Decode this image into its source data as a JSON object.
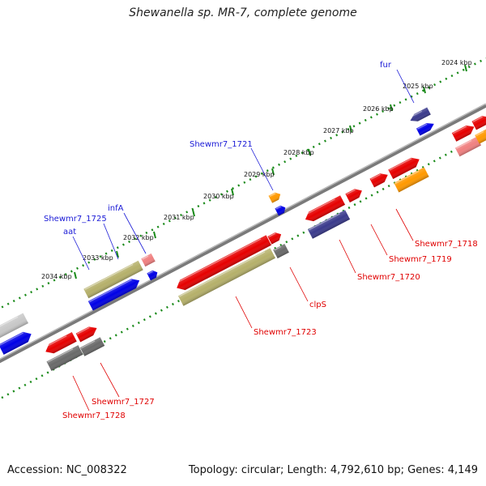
{
  "title": "Shewanella sp. MR-7, complete genome",
  "footer": {
    "accession": "Accession: NC_008322",
    "summary": "Topology: circular; Length: 4,792,610 bp; Genes: 4,149"
  },
  "colors": {
    "backbone": "#7a7a7a",
    "dotted_track": "#1a8a1a",
    "top_label": "#1a1ad6",
    "bottom_label": "#e00000",
    "red": "#e60000",
    "pink": "#f08080",
    "blue": "#0000e6",
    "navy": "#3a3a8c",
    "olive": "#b5b06a",
    "gray": "#6a6a6a",
    "orange": "#ff9900",
    "silver": "#c8c8c8"
  },
  "scale_ticks": [
    "2024 kbp",
    "2025 kbp",
    "2026 kbp",
    "2027 kbp",
    "2028 kbp",
    "2029 kbp",
    "2030 kbp",
    "2031 kbp",
    "2032 kbp",
    "2033 kbp",
    "2034 kbp"
  ],
  "top_labels": [
    "fur",
    "Shewmr7_1721",
    "infA",
    "Shewmr7_1725",
    "aat"
  ],
  "bottom_labels": [
    "Shewmr7_1718",
    "Shewmr7_1719",
    "Shewmr7_1720",
    "clpS",
    "Shewmr7_1723",
    "Shewmr7_1727",
    "Shewmr7_1728"
  ]
}
